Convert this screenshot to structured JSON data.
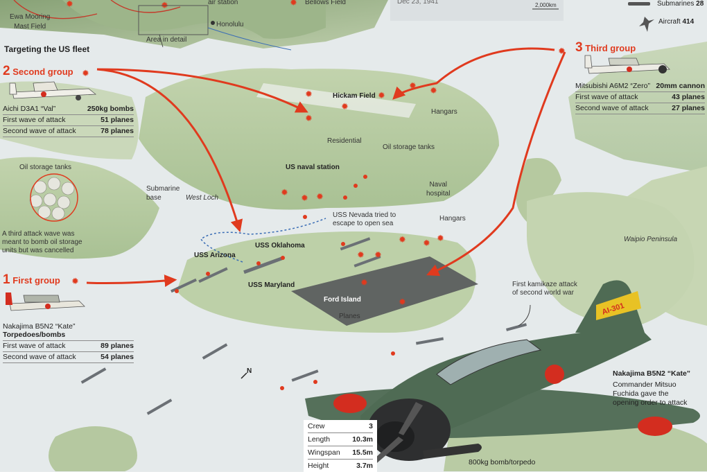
{
  "inset": {
    "labels": {
      "ewa": "Ewa Mooring\nMast Field",
      "air_station": "air station",
      "bellows": "Bellows Field",
      "honolulu": "Honolulu",
      "area_in_detail": "Area in detail"
    },
    "date": "Dec 23, 1941",
    "scale": "2,000km"
  },
  "legend": {
    "submarines_label": "Submarines",
    "submarines_value": "28",
    "aircraft_label": "Aircraft",
    "aircraft_value": "414"
  },
  "section_title": "Targeting the US fleet",
  "groups": {
    "first": {
      "number": "1",
      "title": "First group",
      "plane": "Nakajima B5N2 “Kate”",
      "weapon": "Torpedoes/bombs",
      "rows": [
        {
          "label": "First wave of attack",
          "value": "89 planes"
        },
        {
          "label": "Second wave of attack",
          "value": "54 planes"
        }
      ]
    },
    "second": {
      "number": "2",
      "title": "Second group",
      "plane": "Aichi D3A1 “Val”",
      "weapon": "250kg bombs",
      "rows": [
        {
          "label": "First wave of attack",
          "value": "51 planes"
        },
        {
          "label": "Second wave of attack",
          "value": "78 planes"
        }
      ]
    },
    "third": {
      "number": "3",
      "title": "Third group",
      "plane": "Mitsubishi A6M2 “Zero”",
      "weapon": "20mm cannon",
      "rows": [
        {
          "label": "First wave of attack",
          "value": "43 planes"
        },
        {
          "label": "Second wave of attack",
          "value": "27 planes"
        }
      ]
    }
  },
  "map_labels": {
    "hickam": "Hickam Field",
    "hangars_top": "Hangars",
    "residential": "Residential",
    "oil_tanks_center": "Oil storage tanks",
    "naval_station": "US naval station",
    "naval_hospital": "Naval\nhospital",
    "oil_tanks_left": "Oil storage tanks",
    "submarine_base": "Submarine\nbase",
    "west_loch": "West Loch",
    "third_wave_note": "A third attack wave was\nmeant to bomb oil storage\nunits but was cancelled",
    "nevada_note": "USS Nevada tried to\nescape to open sea",
    "uss_arizona": "USS Arizona",
    "uss_oklahoma": "USS Oklahoma",
    "uss_maryland": "USS Maryland",
    "hangars_ford": "Hangars",
    "ford_island": "Ford Island",
    "planes": "Planes",
    "waipio": "Waipio Peninsula",
    "kamikaze": "First kamikaze attack\nof second world war",
    "north": "N"
  },
  "plane_callout": {
    "title": "Nakajima B5N2 “Kate”",
    "text": "Commander Mitsuo\nFuchida gave the\nopening order to attack",
    "tail_code": "AI-301",
    "bomb": "800kg bomb/torpedo"
  },
  "specs": [
    {
      "label": "Crew",
      "value": "3"
    },
    {
      "label": "Length",
      "value": "10.3m"
    },
    {
      "label": "Wingspan",
      "value": "15.5m"
    },
    {
      "label": "Height",
      "value": "3.7m"
    }
  ],
  "colors": {
    "accent": "#e03a1e",
    "water": "#e4e9ea",
    "land": "#c9d7b6",
    "plane_green": "#4f6b54"
  }
}
